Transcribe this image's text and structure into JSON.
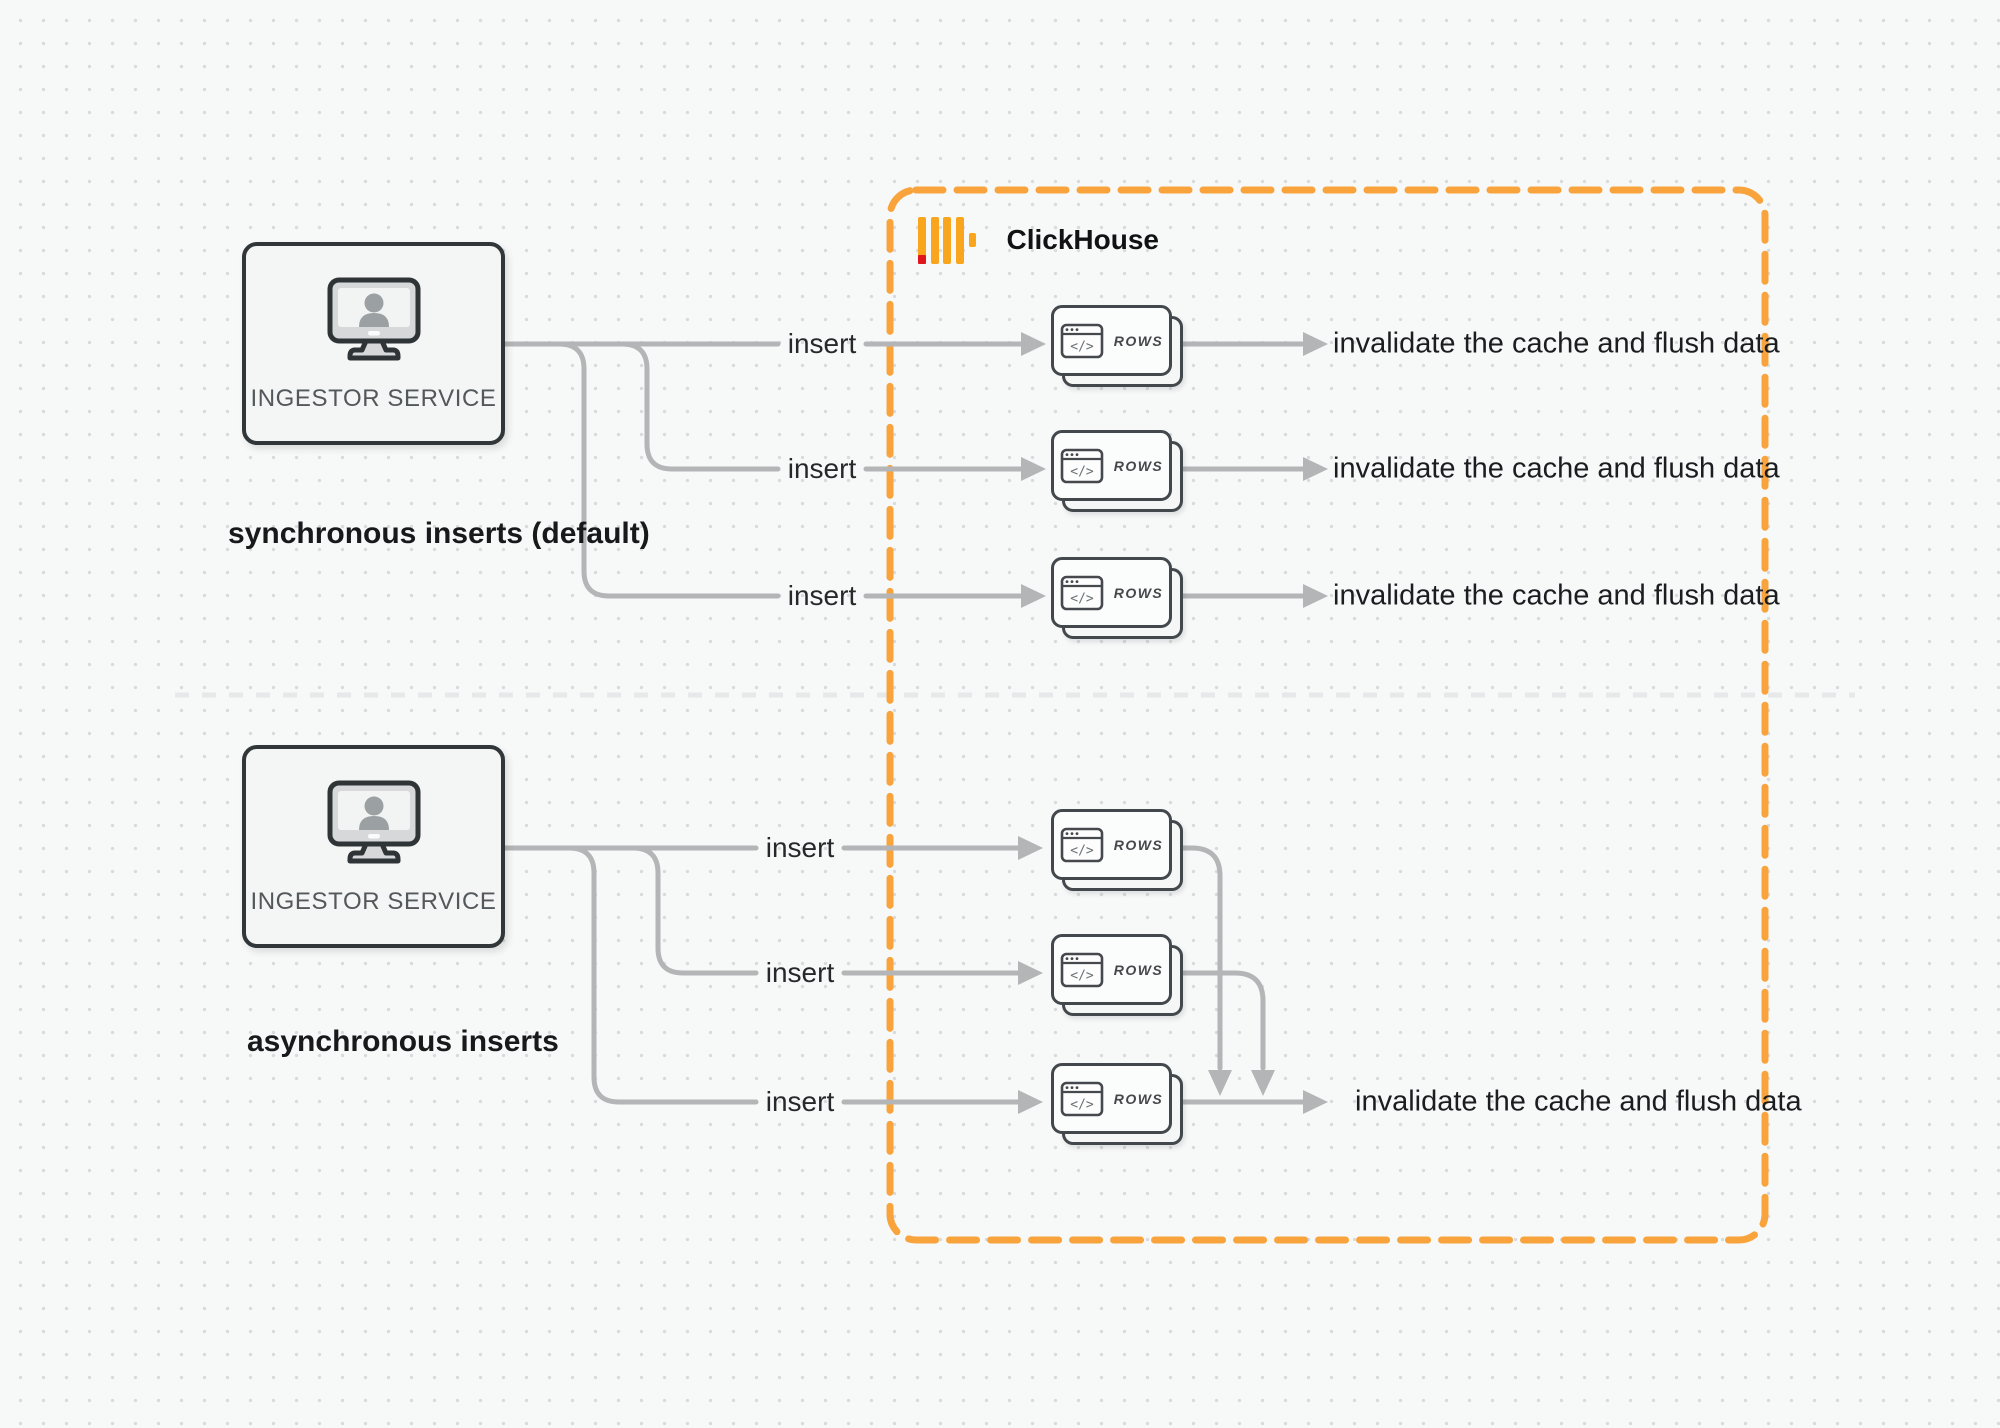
{
  "diagram": {
    "clickhouse_label": "ClickHouse",
    "card_label": "ROWS",
    "card_icon": "code-window-icon",
    "sync": {
      "service_label": "INGESTOR SERVICE",
      "caption": "synchronous inserts (default)",
      "inserts": [
        "insert",
        "insert",
        "insert"
      ],
      "results": [
        "invalidate the cache and flush data",
        "invalidate the cache and flush data",
        "invalidate the cache and flush data"
      ]
    },
    "async": {
      "service_label": "INGESTOR SERVICE",
      "caption": "asynchronous inserts",
      "inserts": [
        "insert",
        "insert",
        "insert"
      ],
      "result": "invalidate the cache and flush data"
    },
    "colors": {
      "accent_orange": "#F9A33C",
      "logo_yellow": "#FAA51E",
      "logo_red": "#E0161C",
      "connector_gray": "#B3B5B6",
      "divider_gray": "#E7E8E9"
    }
  }
}
